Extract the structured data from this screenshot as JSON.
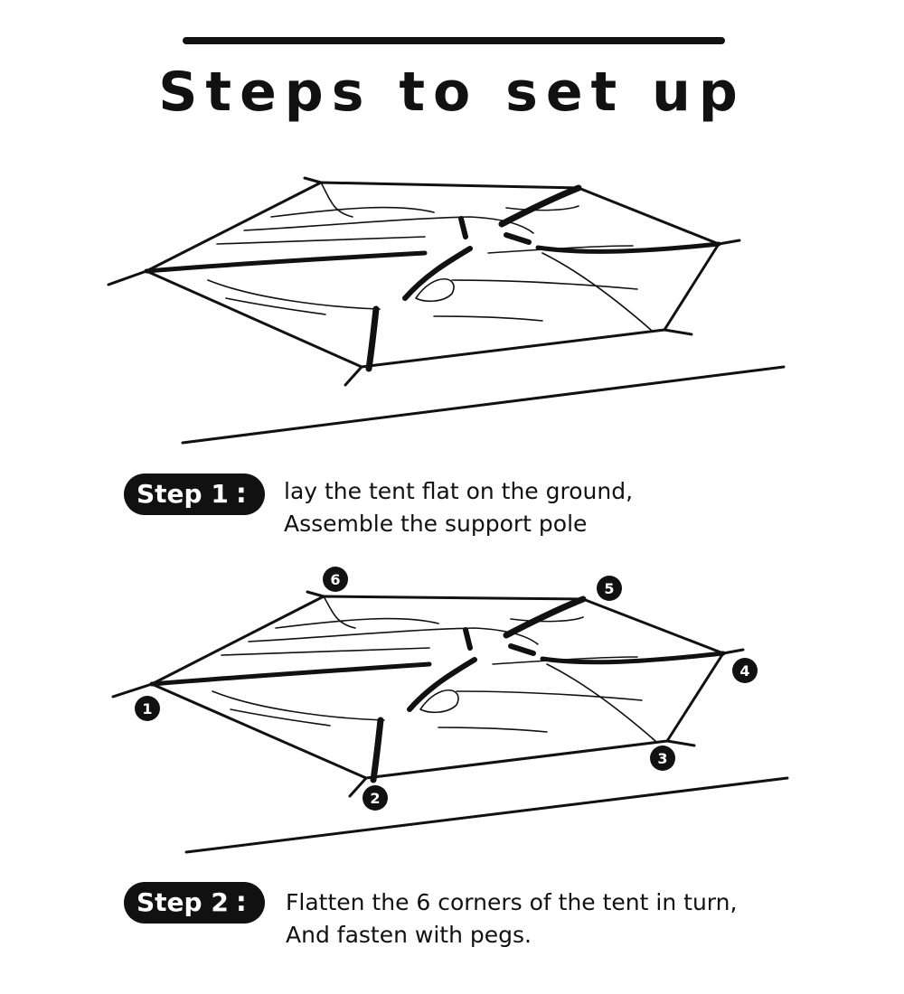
{
  "title": "Steps to set up",
  "steps": [
    {
      "label": "Step 1",
      "separator": ":",
      "lines": [
        "lay the tent flat on the ground,",
        "Assemble the support pole"
      ]
    },
    {
      "label": "Step 2",
      "separator": ":",
      "lines": [
        "Flatten the 6 corners of the tent in turn,",
        "And fasten with pegs."
      ]
    }
  ],
  "corner_markers": [
    "1",
    "2",
    "3",
    "4",
    "5",
    "6"
  ],
  "colors": {
    "ink": "#111111",
    "background": "#ffffff"
  }
}
